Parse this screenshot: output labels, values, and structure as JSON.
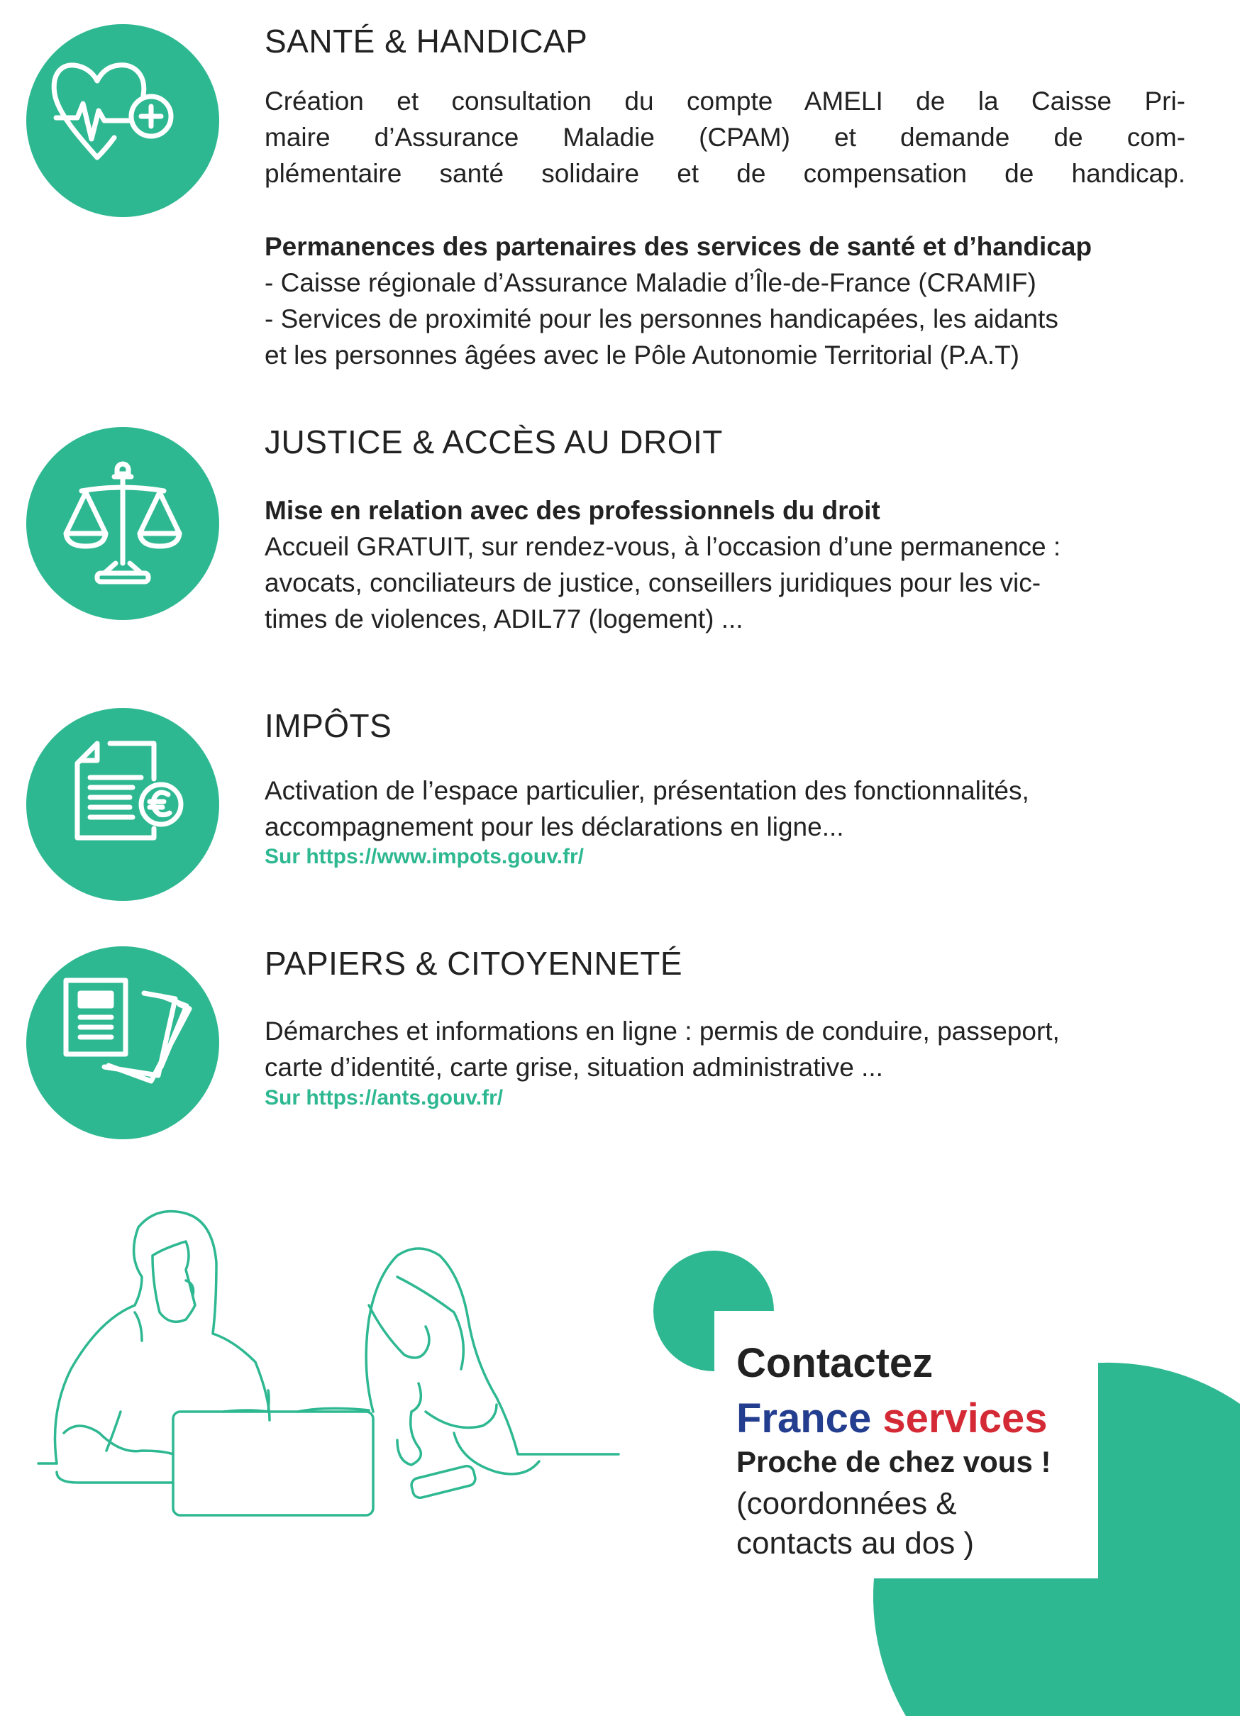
{
  "colors": {
    "accent": "#2eb891",
    "text": "#222222",
    "france_blue": "#233d8f",
    "services_red": "#d42a35"
  },
  "sections": [
    {
      "icon": "heart-health-icon",
      "title": "SANTÉ & HANDICAP",
      "intro_lines": [
        "Création et consultation du compte AMELI de la Caisse Pri-",
        "maire d’Assurance Maladie (CPAM) et demande de com-",
        "plémentaire santé solidaire et de compensation de handicap."
      ],
      "subtitle": "Permanences des partenaires des services de santé et d’handicap",
      "lines": [
        "- Caisse régionale d’Assurance Maladie d’Île-de-France (CRAMIF)",
        "- Services de proximité pour les personnes handicapées, les aidants",
        "et les personnes âgées avec le Pôle Autonomie Territorial (P.A.T)"
      ]
    },
    {
      "icon": "scales-of-justice-icon",
      "title": "JUSTICE & ACCÈS AU DROIT",
      "subtitle": "Mise en relation avec des professionnels du droit",
      "lines": [
        "Accueil GRATUIT, sur rendez-vous, à l’occasion d’une permanence :",
        "avocats, conciliateurs de justice, conseillers juridiques pour les vic-",
        "times de violences, ADIL77 (logement) ..."
      ]
    },
    {
      "icon": "tax-document-euro-icon",
      "title": "IMPÔTS",
      "lines": [
        "Activation de l’espace particulier, présentation des fonctionnalités,",
        "accompagnement pour les déclarations en ligne..."
      ],
      "link": "Sur https://www.impots.gouv.fr/"
    },
    {
      "icon": "papers-documents-icon",
      "title": "PAPIERS & CITOYENNETÉ",
      "lines": [
        "Démarches et informations en ligne : permis de conduire, passeport,",
        "carte d’identité, carte grise, situation administrative ..."
      ],
      "link": "Sur https://ants.gouv.fr/"
    }
  ],
  "contact": {
    "line1": "Contactez",
    "brand_france": "France",
    "brand_services": "services",
    "line3": "Proche de chez vous !",
    "line4": "(coordonnées &",
    "line5": "contacts au dos )"
  }
}
